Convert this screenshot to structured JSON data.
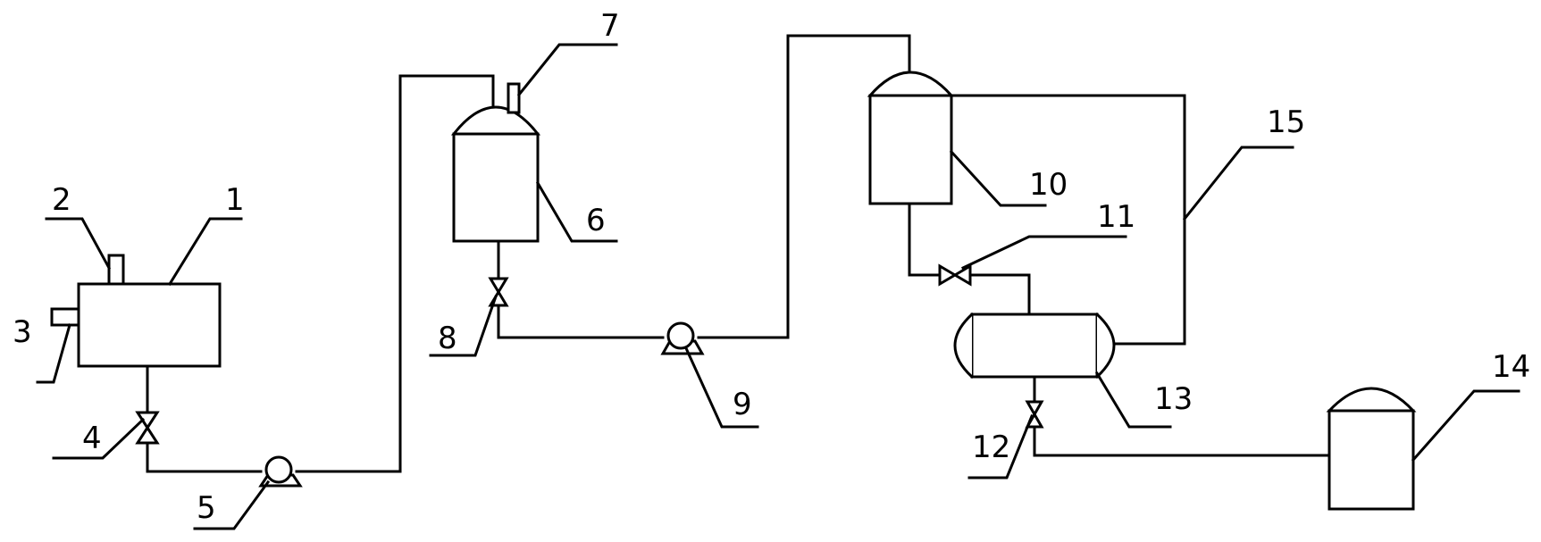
{
  "labels": {
    "raw_tank": "1",
    "raw_tank_top_nozzle": "2",
    "raw_tank_side_nozzle": "3",
    "raw_tank_valve": "4",
    "pump_1": "5",
    "reactor": "6",
    "reactor_nozzle": "7",
    "reactor_valve": "8",
    "pump_2": "9",
    "vessel_10": "10",
    "valve_11": "11",
    "valve_12": "12",
    "horizontal_vessel": "13",
    "storage_tank": "14",
    "return_line": "15"
  }
}
